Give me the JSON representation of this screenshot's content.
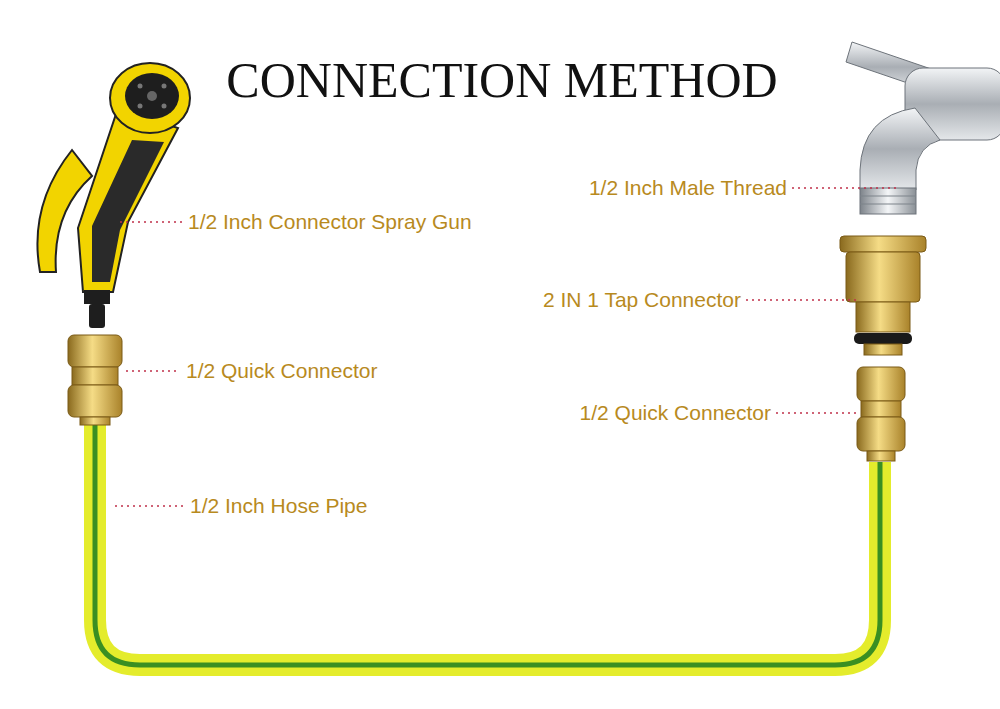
{
  "diagram": {
    "title": "CONNECTION METHOD",
    "labels": [
      "1/2 Inch Male Thread",
      "1/2 Inch Connector Spray Gun",
      "2 IN 1 Tap Connector",
      "1/2 Quick Connector",
      "1/2 Quick Connector",
      "1/2 Inch Hose Pipe"
    ]
  }
}
